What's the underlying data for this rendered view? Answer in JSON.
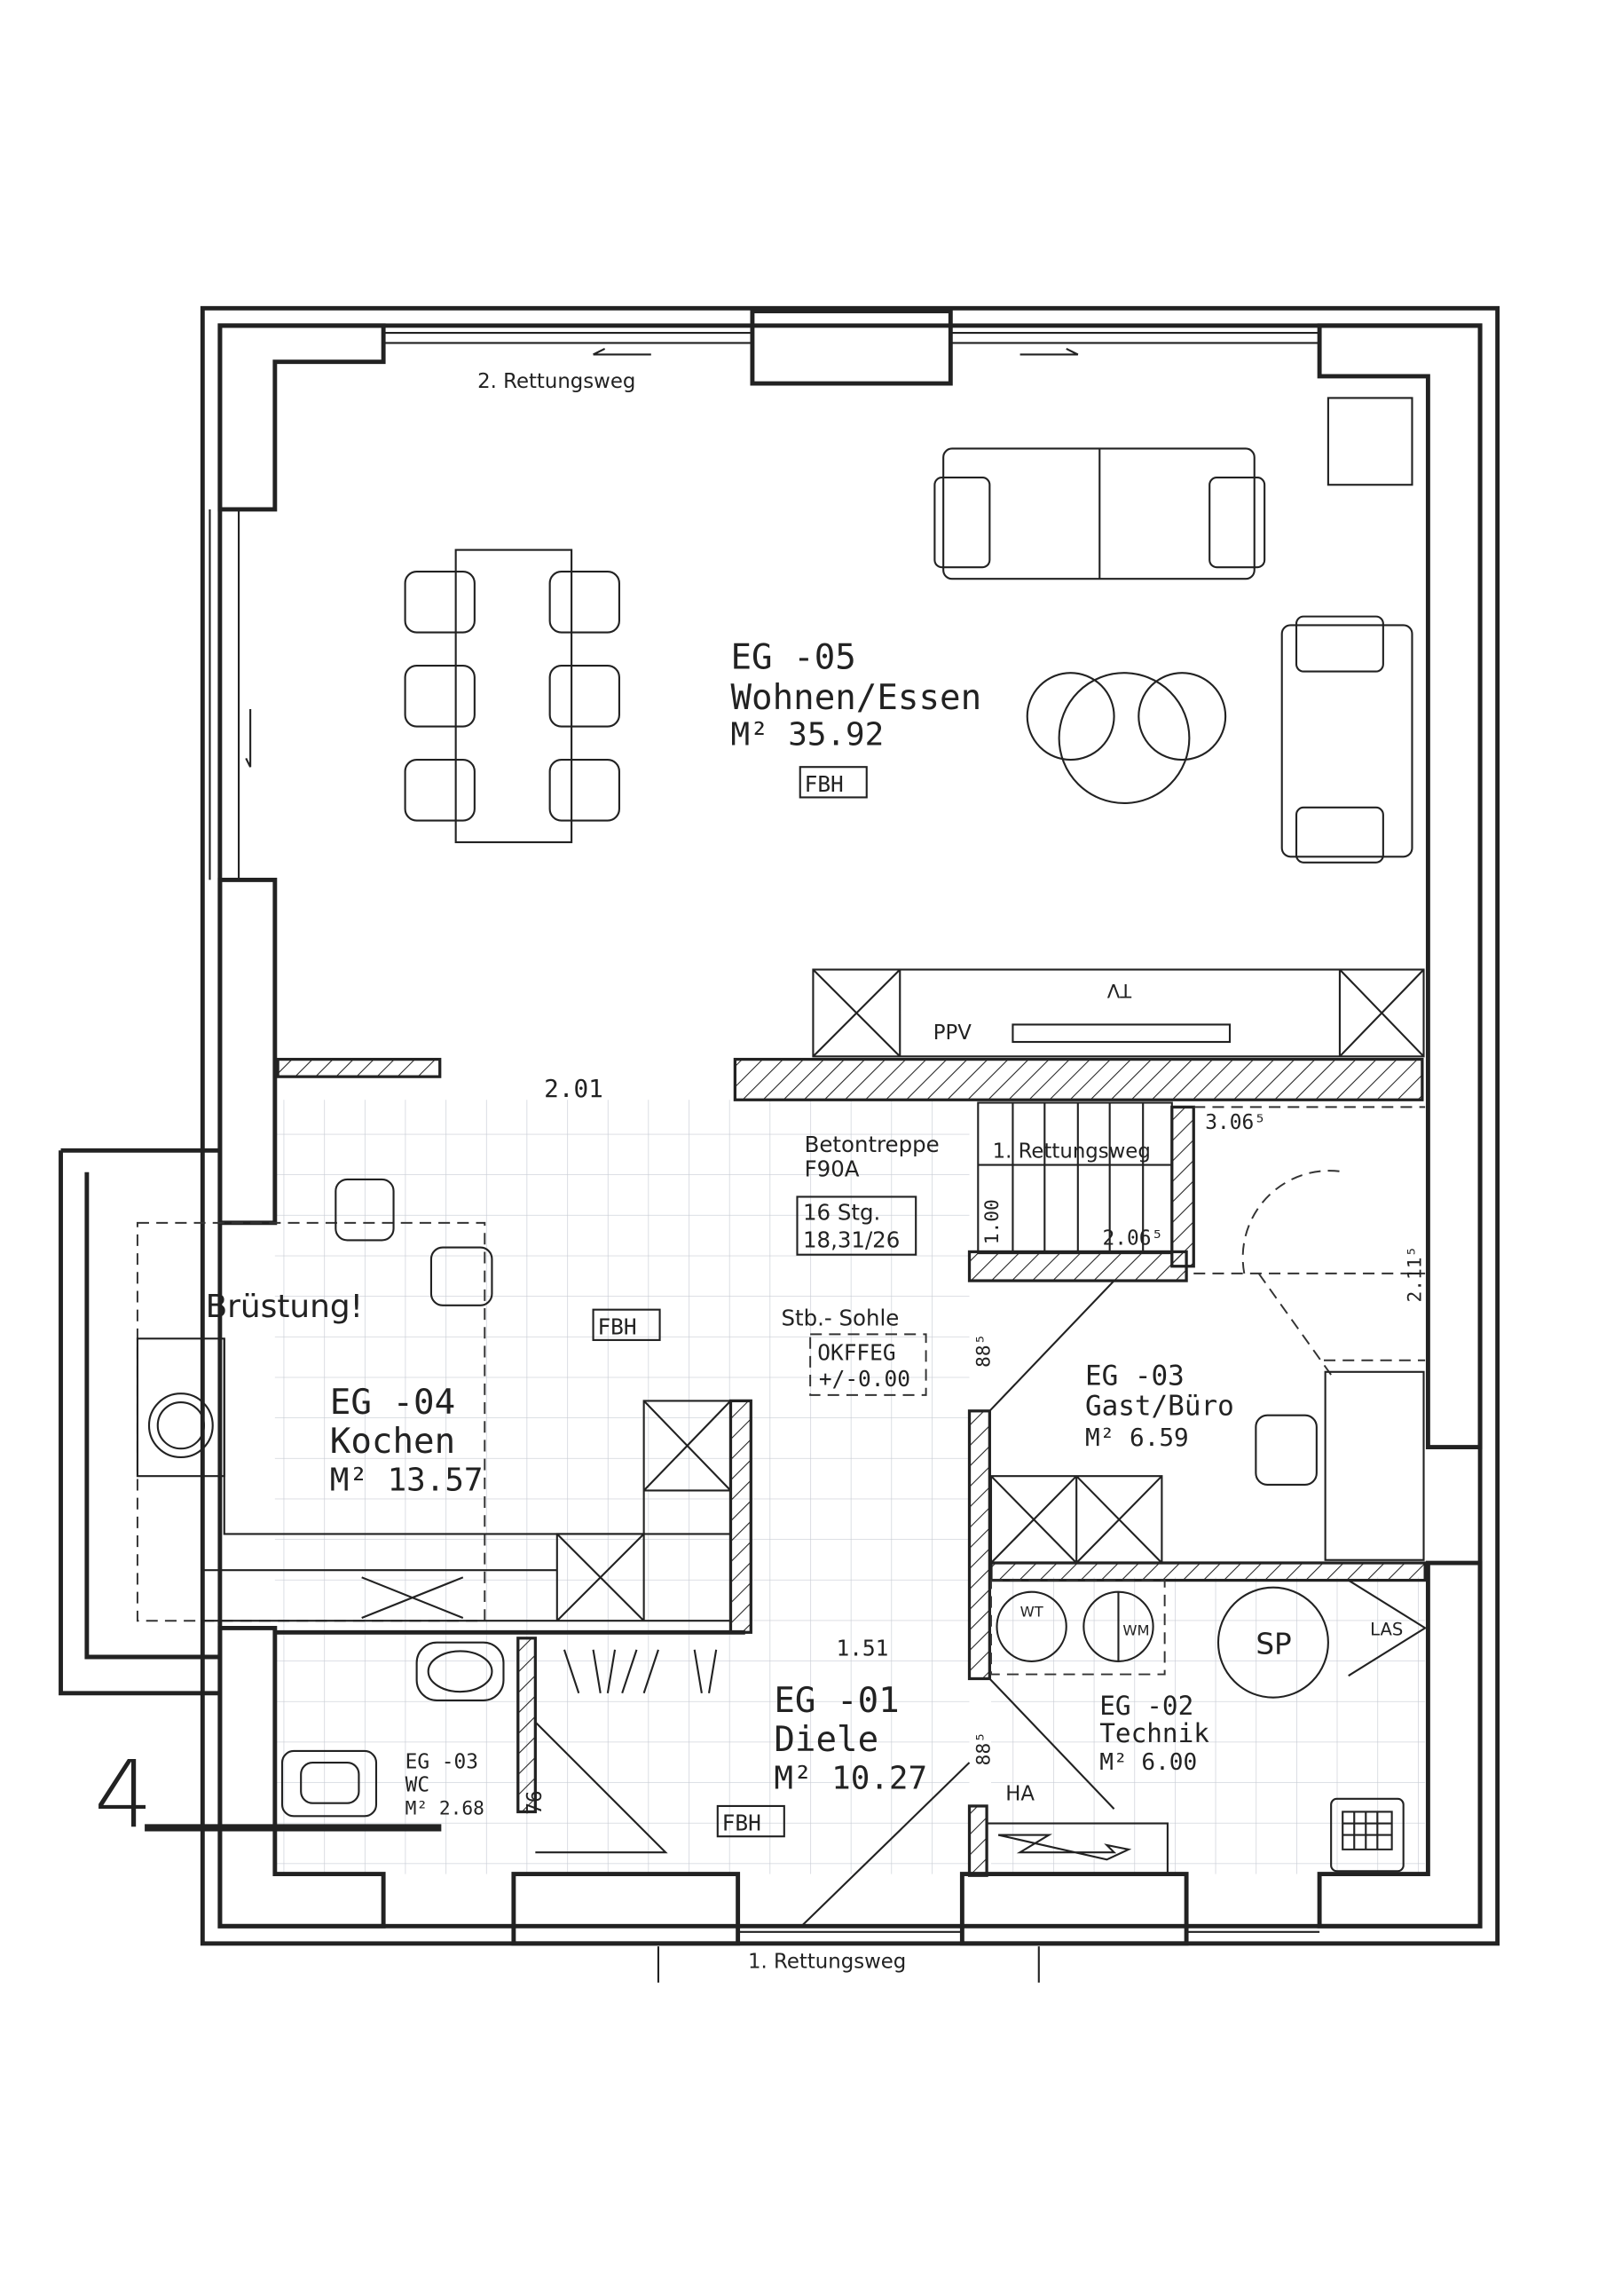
{
  "plan": {
    "sheet_number": "4",
    "escape_route_2": "2. Rettungsweg",
    "escape_route_1_bottom": "1. Rettungsweg",
    "escape_route_1_stair": "1. Rettungsweg",
    "floor_heating_label": "FBH",
    "stair": {
      "type": "Betontreppe",
      "fire_class": "F90A",
      "steps": "16 Stg.",
      "ratio": "18,31/26"
    },
    "slab": {
      "label": "Stb.- Sohle",
      "level_name": "OKFFEG",
      "level_value": "+/-0.00"
    },
    "parapet": "Brüstung!",
    "dimensions": {
      "opening_living": "2.01",
      "stair_width": "1.00",
      "stair_run": "2.06⁵",
      "stair_top": "3.06⁵",
      "stair_side": "2.11⁵",
      "door_1": "88⁵",
      "door_2": "88⁵",
      "hall_opening": "1.51",
      "wc_door": "76"
    },
    "equipment": {
      "ppv": "PPV",
      "tv": "TV",
      "dryer": "WT",
      "washer": "WM",
      "storage_tank": "SP",
      "las": "LAS",
      "house_connection": "HA"
    },
    "rooms": [
      {
        "code": "EG -05",
        "name": "Wohnen/Essen",
        "area": "M² 35.92"
      },
      {
        "code": "EG -04",
        "name": "Kochen",
        "area": "M² 13.57"
      },
      {
        "code": "EG -03",
        "name": "Gast/Büro",
        "area": "M² 6.59"
      },
      {
        "code": "EG -01",
        "name": "Diele",
        "area": "M² 10.27"
      },
      {
        "code": "EG -02",
        "name": "Technik",
        "area": "M² 6.00"
      },
      {
        "code": "EG -03",
        "name": "WC",
        "area": "M² 2.68"
      }
    ]
  }
}
